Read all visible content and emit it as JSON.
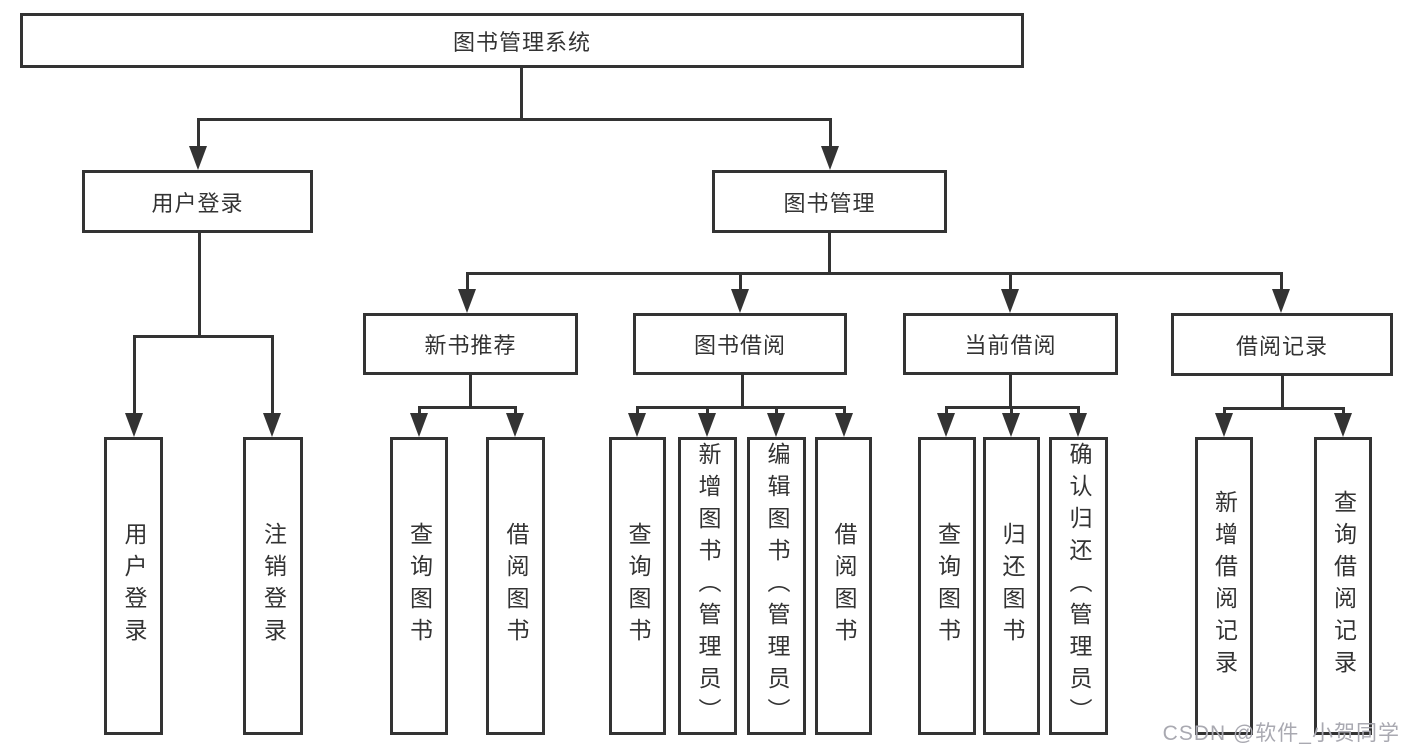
{
  "tree": {
    "label": "图书管理系统",
    "children": [
      {
        "label": "用户登录",
        "children": [
          {
            "label": "用户登录"
          },
          {
            "label": "注销登录"
          }
        ]
      },
      {
        "label": "图书管理",
        "children": [
          {
            "label": "新书推荐",
            "children": [
              {
                "label": "查询图书"
              },
              {
                "label": "借阅图书"
              }
            ]
          },
          {
            "label": "图书借阅",
            "children": [
              {
                "label": "查询图书"
              },
              {
                "label": "新增图书（管理员）"
              },
              {
                "label": "编辑图书（管理员）"
              },
              {
                "label": "借阅图书"
              }
            ]
          },
          {
            "label": "当前借阅",
            "children": [
              {
                "label": "查询图书"
              },
              {
                "label": "归还图书"
              },
              {
                "label": "确认归还（管理员）"
              }
            ]
          },
          {
            "label": "借阅记录",
            "children": [
              {
                "label": "新增借阅记录"
              },
              {
                "label": "查询借阅记录"
              }
            ]
          }
        ]
      }
    ]
  },
  "watermark": {
    "text": "CSDN @软件_小贺同学"
  },
  "colors": {
    "line": "#333333",
    "text": "#333333",
    "watermark": "#a9a9b1"
  }
}
